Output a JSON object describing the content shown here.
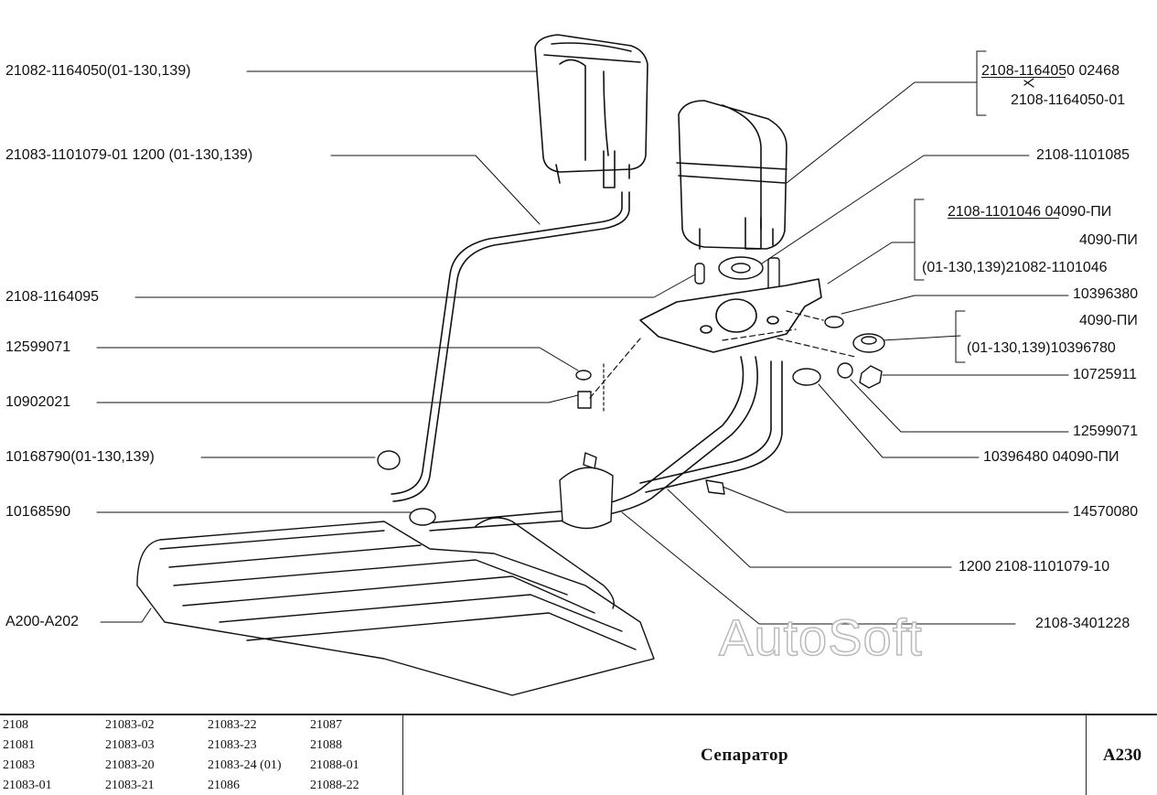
{
  "labels_left": [
    "21082-1164050(01-130,139)",
    "21083-1101079-01  1200 (01-130,139)",
    "2108-1164095",
    "12599071",
    "10902021",
    "10168790(01-130,139)",
    "10168590",
    "A200-A202"
  ],
  "labels_right": [
    "2108-1164050 02468",
    "2108-1164050-01",
    "2108-1101085",
    "2108-1101046 04090-ПИ",
    "4090-ПИ",
    "(01-130,139)21082-1101046",
    "10396380",
    "4090-ПИ",
    "(01-130,139)10396780",
    "10725911",
    "12599071",
    "10396480 04090-ПИ",
    "14570080",
    "1200  2108-1101079-10",
    "2108-3401228"
  ],
  "watermark": "AutoSoft",
  "title_block": {
    "models": [
      [
        "2108",
        "21083-02",
        "21083-22",
        "21087"
      ],
      [
        "21081",
        "21083-03",
        "21083-23",
        "21088"
      ],
      [
        "21083",
        "21083-20",
        "21083-24 (01)",
        "21088-01"
      ],
      [
        "21083-01",
        "21083-21",
        "21086",
        "21088-22"
      ]
    ],
    "title": "Сепаратор",
    "page_number": "A230"
  }
}
